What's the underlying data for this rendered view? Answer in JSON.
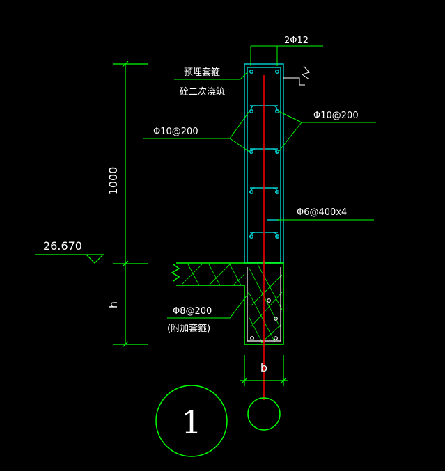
{
  "drawing": {
    "annotations": {
      "top_bar": "2Φ12",
      "embedded_stirrup": "预埋套箍",
      "secondary_pour": "砼二次浇筑",
      "stirrup_right": "Φ10@200",
      "stirrup_left": "Φ10@200",
      "tie_bar": "Φ6@400x4",
      "extra_stirrup": "Φ8@200",
      "extra_stirrup_note": "(附加套箍)"
    },
    "dimensions": {
      "height_upper": "1000",
      "height_lower": "h",
      "width": "b"
    },
    "elevation": "26.670",
    "detail_number": "1"
  },
  "colors": {
    "background": "#000000",
    "line_green": "#00ff00",
    "line_cyan": "#00c8c8",
    "line_red": "#ff0000",
    "line_white": "#ffffff"
  }
}
